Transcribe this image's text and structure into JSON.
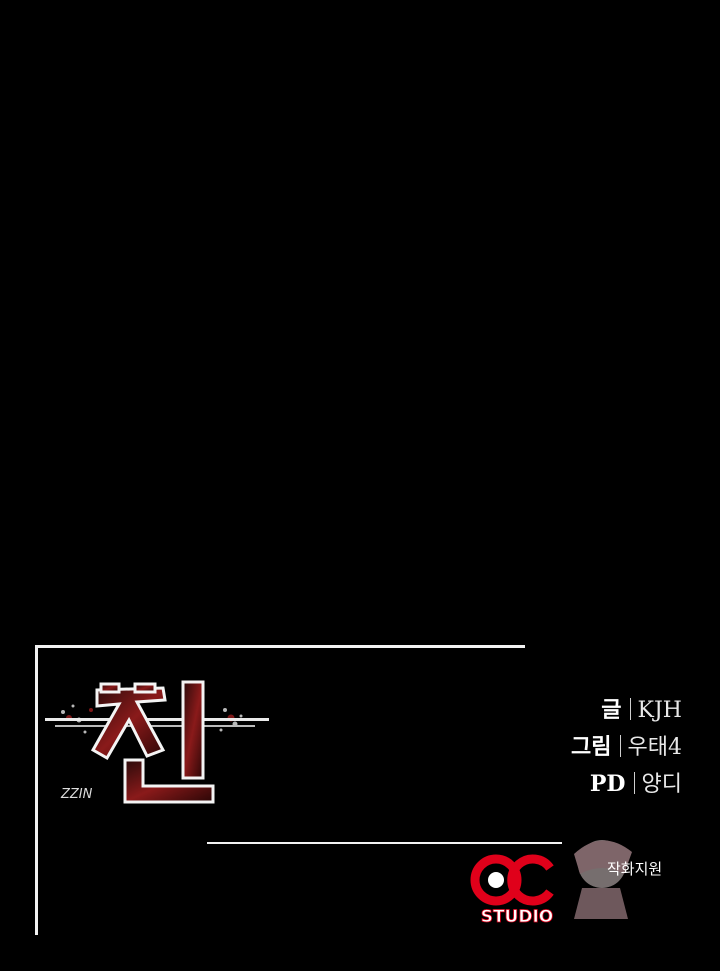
{
  "logo": {
    "title_ko": "찐",
    "title_en": "ZZIN"
  },
  "credits": [
    {
      "role": "글",
      "name": "KJH"
    },
    {
      "role": "그림",
      "name": "우태4"
    },
    {
      "role": "PD",
      "name": "양디"
    }
  ],
  "studio": {
    "mark": "OC",
    "name": "STUDIO"
  },
  "art_support": "작화지원",
  "colors": {
    "background": "#000000",
    "frame": "#f2f2f2",
    "studio_red": "#e0001a",
    "logo_red": "#7a1010"
  }
}
